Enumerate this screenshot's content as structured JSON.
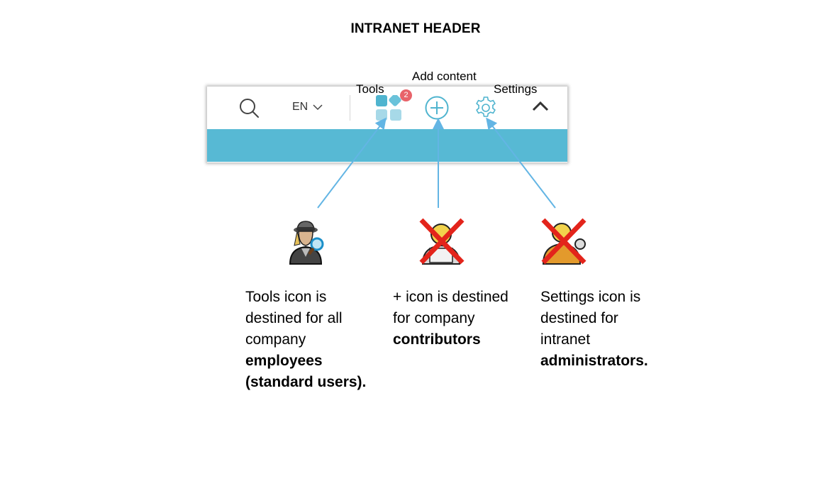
{
  "title": "INTRANET HEADER",
  "header": {
    "search_icon": "search-icon",
    "language": "EN",
    "tools_badge": "2",
    "collapse_icon": "chevron-up-icon",
    "band_color": "#57b9d4"
  },
  "callouts": {
    "tools": "Tools",
    "add_content": "Add content",
    "settings": "Settings"
  },
  "personas": [
    {
      "icon": "detective-icon",
      "crossed": false
    },
    {
      "icon": "contributor-icon",
      "crossed": true
    },
    {
      "icon": "administrator-icon",
      "crossed": true
    }
  ],
  "descriptions": {
    "tools": {
      "line1": "Tools icon is",
      "line2": "destined for all",
      "line3": "company",
      "bold1": "employees",
      "bold2": "(standard users)."
    },
    "add": {
      "line1": "+ icon is destined",
      "line2": "for company",
      "bold1": "contributors"
    },
    "settings": {
      "line1": "Settings icon is",
      "line2": "destined for",
      "line3": "intranet",
      "bold1": "administrators."
    }
  },
  "colors": {
    "accent": "#57b9d4",
    "arrow": "#63b5e4",
    "badge": "#e8636a",
    "cross": "#e3241b"
  }
}
